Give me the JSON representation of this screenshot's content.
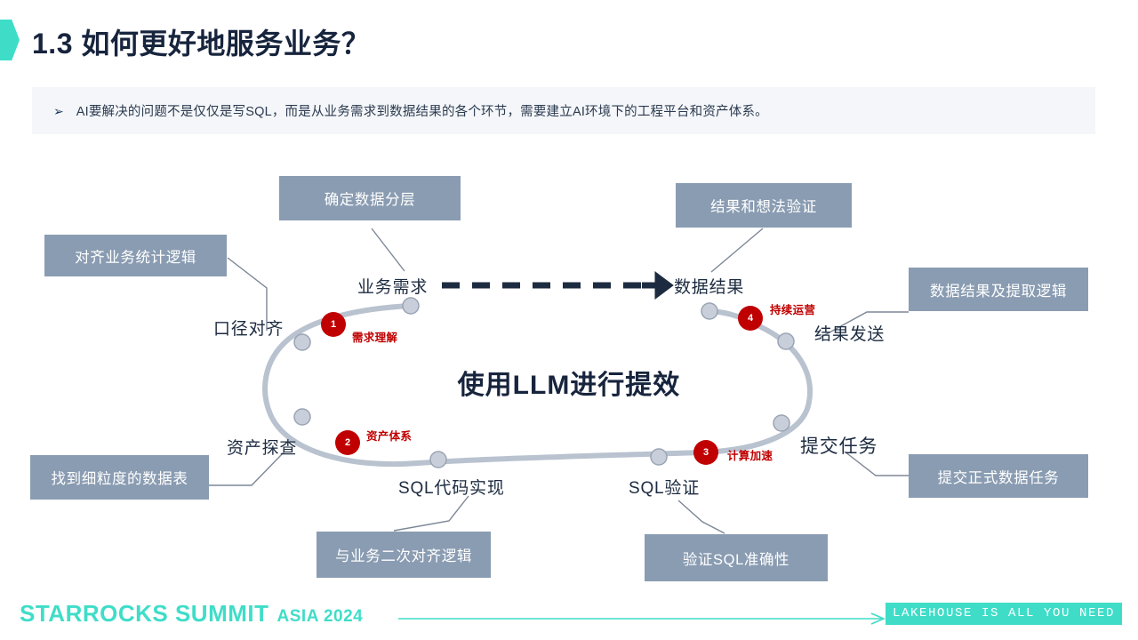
{
  "title": {
    "text": "1.3 如何更好地服务业务？",
    "accent_color": "#3fddc8",
    "color": "#17243d"
  },
  "subtitle": {
    "bullet": "➢",
    "text": "AI要解决的问题不是仅仅是写SQL，而是从业务需求到数据结果的各个环节，需要建立AI环境下的工程平台和资产体系。",
    "background": "#f4f6f9"
  },
  "diagram": {
    "center_headline": "使用LLM进行提效",
    "flow_from": "业务需求",
    "flow_to": "数据结果",
    "ring_color": "#b9c2cf",
    "node_color": "#c7cdd8",
    "accent_red": "#c00000",
    "callout_color": "#8a9cb2",
    "callouts": [
      {
        "id": "callout-align-business-logic",
        "label": "对齐业务统计逻辑"
      },
      {
        "id": "callout-define-data-layers",
        "label": "确定数据分层"
      },
      {
        "id": "callout-verify-result-idea",
        "label": "结果和想法验证"
      },
      {
        "id": "callout-result-extract-logic",
        "label": "数据结果及提取逻辑"
      },
      {
        "id": "callout-find-fine-grained-table",
        "label": "找到细粒度的数据表"
      },
      {
        "id": "callout-second-align-logic",
        "label": "与业务二次对齐逻辑"
      },
      {
        "id": "callout-verify-sql-accuracy",
        "label": "验证SQL准确性"
      },
      {
        "id": "callout-submit-formal-task",
        "label": "提交正式数据任务"
      }
    ],
    "stage_labels": [
      {
        "id": "stage-caliber-align",
        "label": "口径对齐"
      },
      {
        "id": "stage-asset-discovery",
        "label": "资产探查"
      },
      {
        "id": "stage-sql-code-impl",
        "label": "SQL代码实现"
      },
      {
        "id": "stage-sql-verify",
        "label": "SQL验证"
      },
      {
        "id": "stage-submit-task",
        "label": "提交任务"
      },
      {
        "id": "stage-result-send",
        "label": "结果发送"
      }
    ],
    "steps": [
      {
        "number": "1",
        "tag": "需求理解"
      },
      {
        "number": "2",
        "tag": "资产体系"
      },
      {
        "number": "3",
        "tag": "计算加速"
      },
      {
        "number": "4",
        "tag": "持续运营"
      }
    ]
  },
  "footer": {
    "brand_main": "STARROCKS SUMMIT",
    "brand_sub": "ASIA 2024",
    "tagline": "LAKEHOUSE IS ALL YOU NEED",
    "color": "#3fddc8"
  }
}
